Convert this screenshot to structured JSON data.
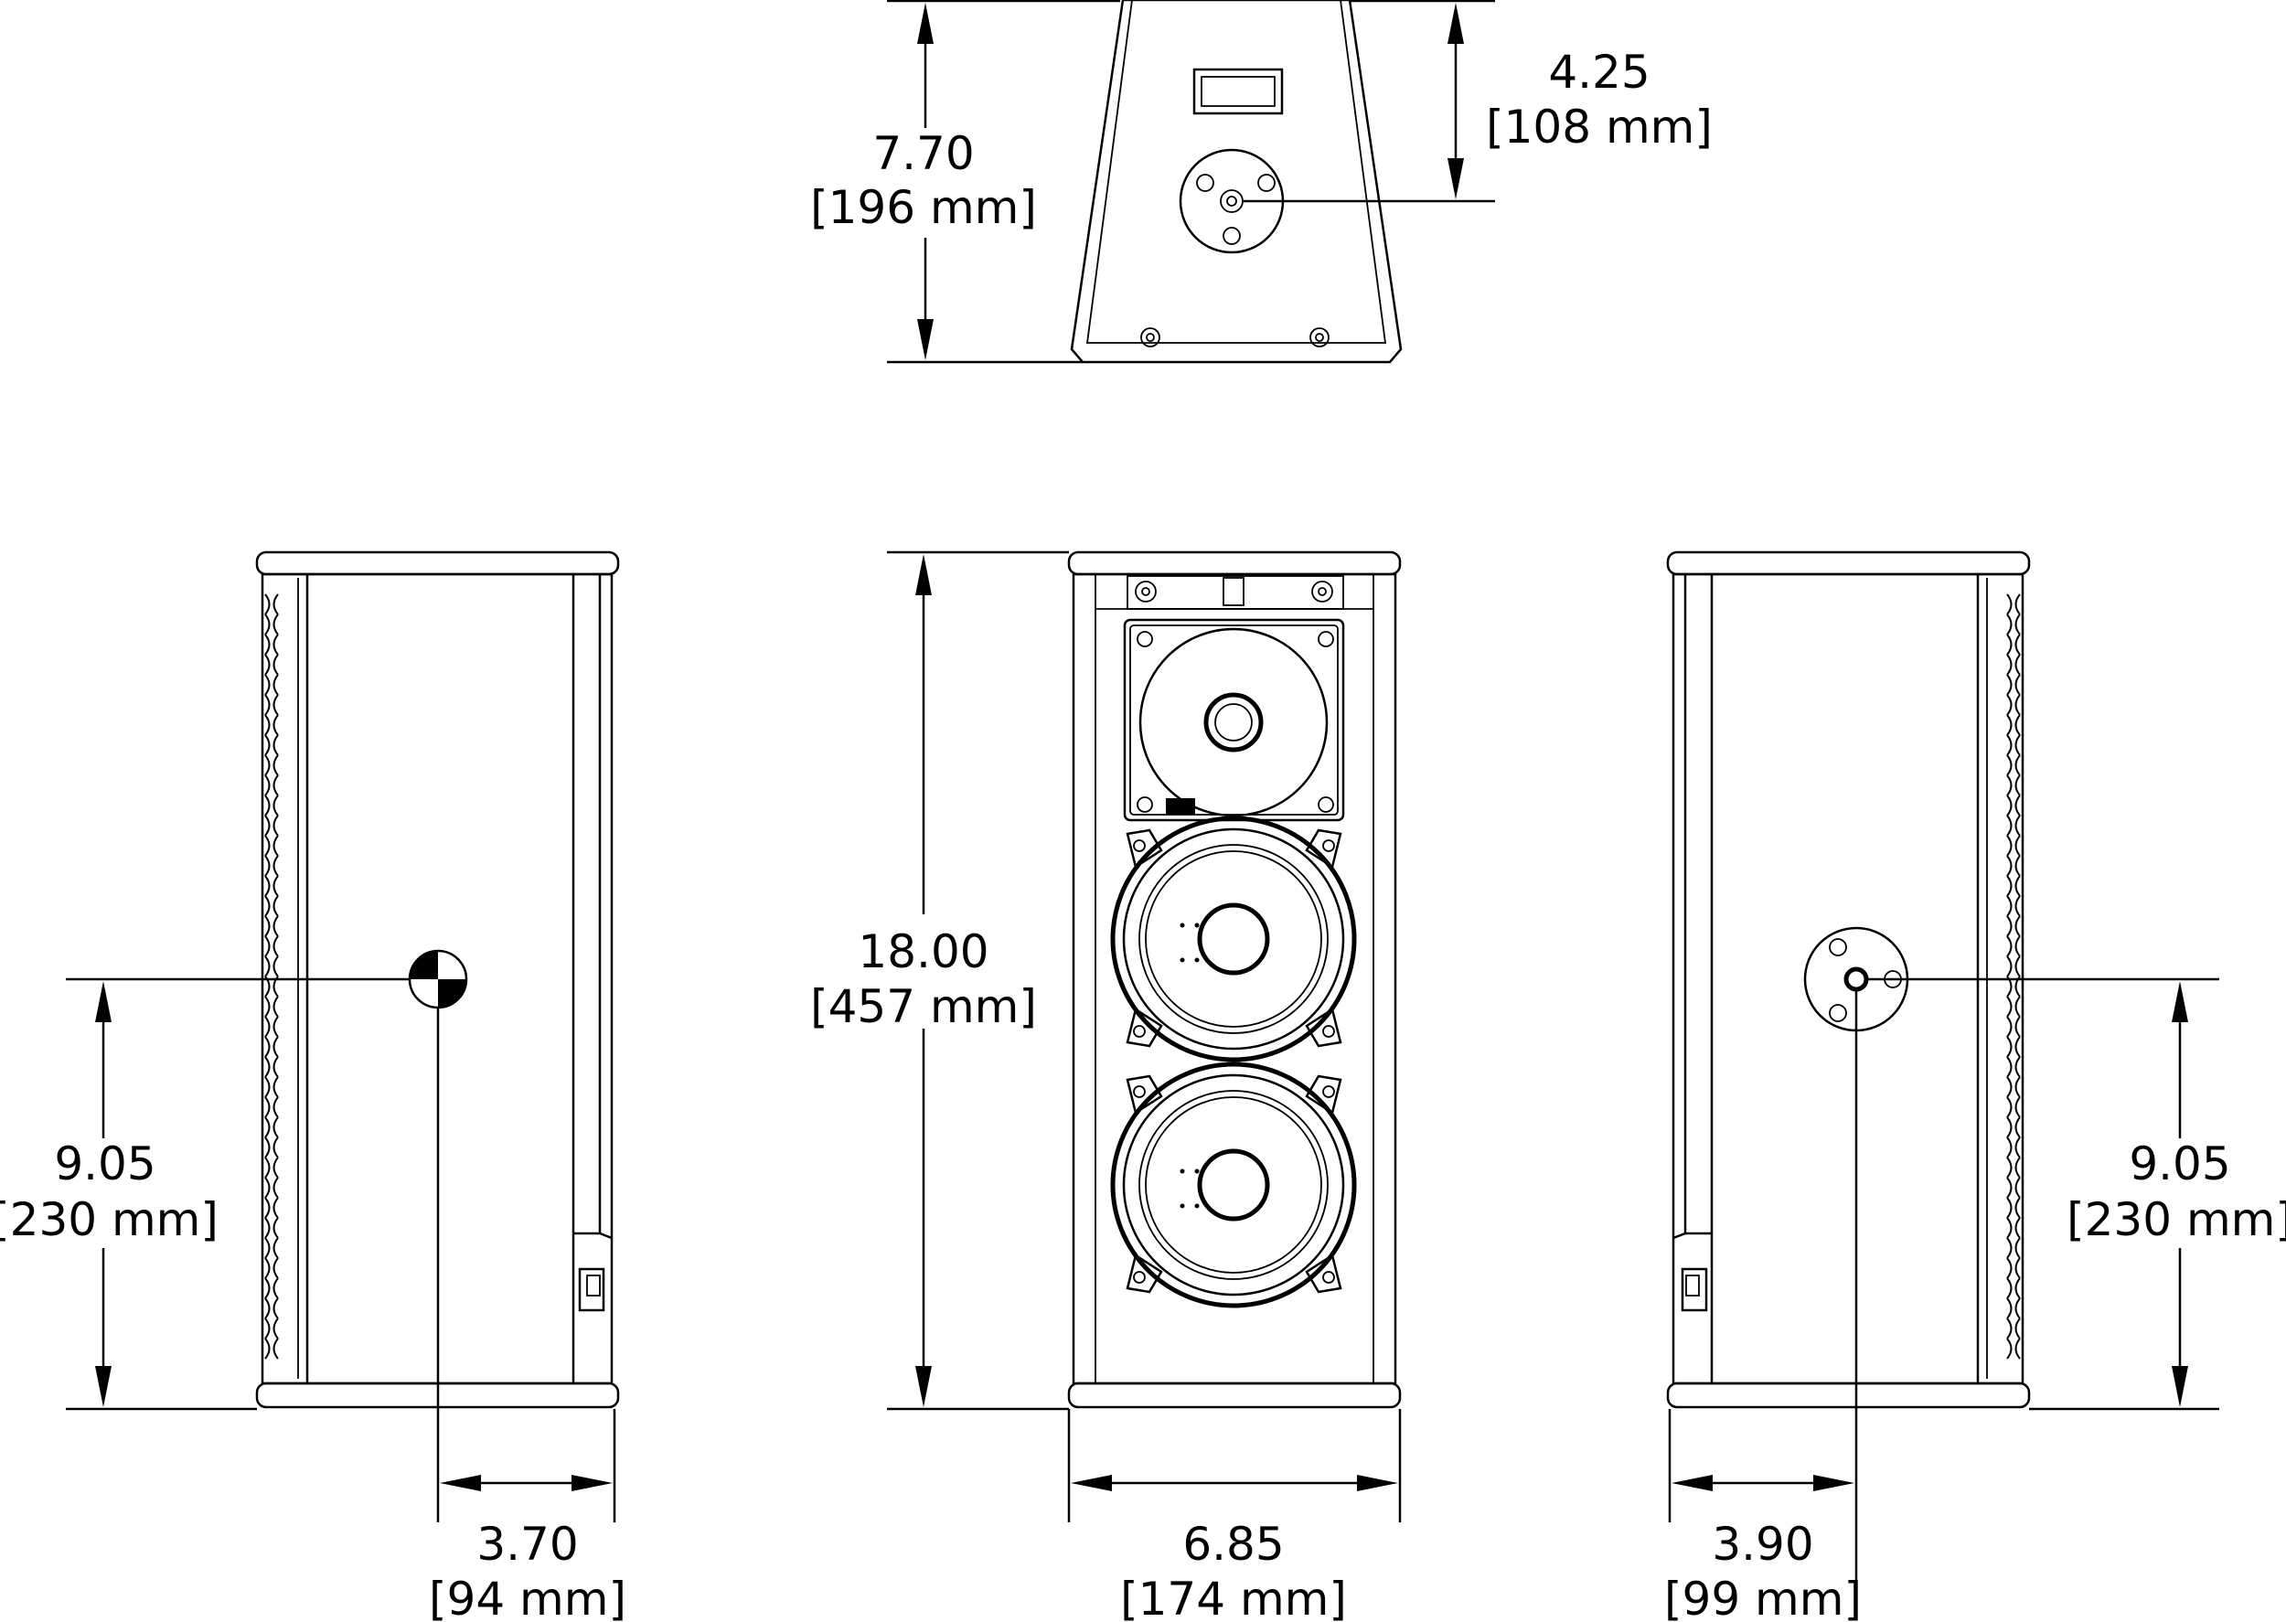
{
  "top_view": {
    "overall_depth": {
      "value": "7.70",
      "metric": "[196 mm]"
    },
    "mount_depth": {
      "value": "4.25",
      "metric": "[108 mm]"
    }
  },
  "side_view_left": {
    "cg_height": {
      "value": "9.05",
      "metric": "[230 mm]"
    },
    "cg_depth": {
      "value": "3.70",
      "metric": "[94 mm]"
    }
  },
  "front_view": {
    "height": {
      "value": "18.00",
      "metric": "[457 mm]"
    },
    "width": {
      "value": "6.85",
      "metric": "[174 mm]"
    }
  },
  "side_view_right": {
    "mount_height": {
      "value": "9.05",
      "metric": "[230 mm]"
    },
    "mount_depth": {
      "value": "3.90",
      "metric": "[99 mm]"
    }
  }
}
